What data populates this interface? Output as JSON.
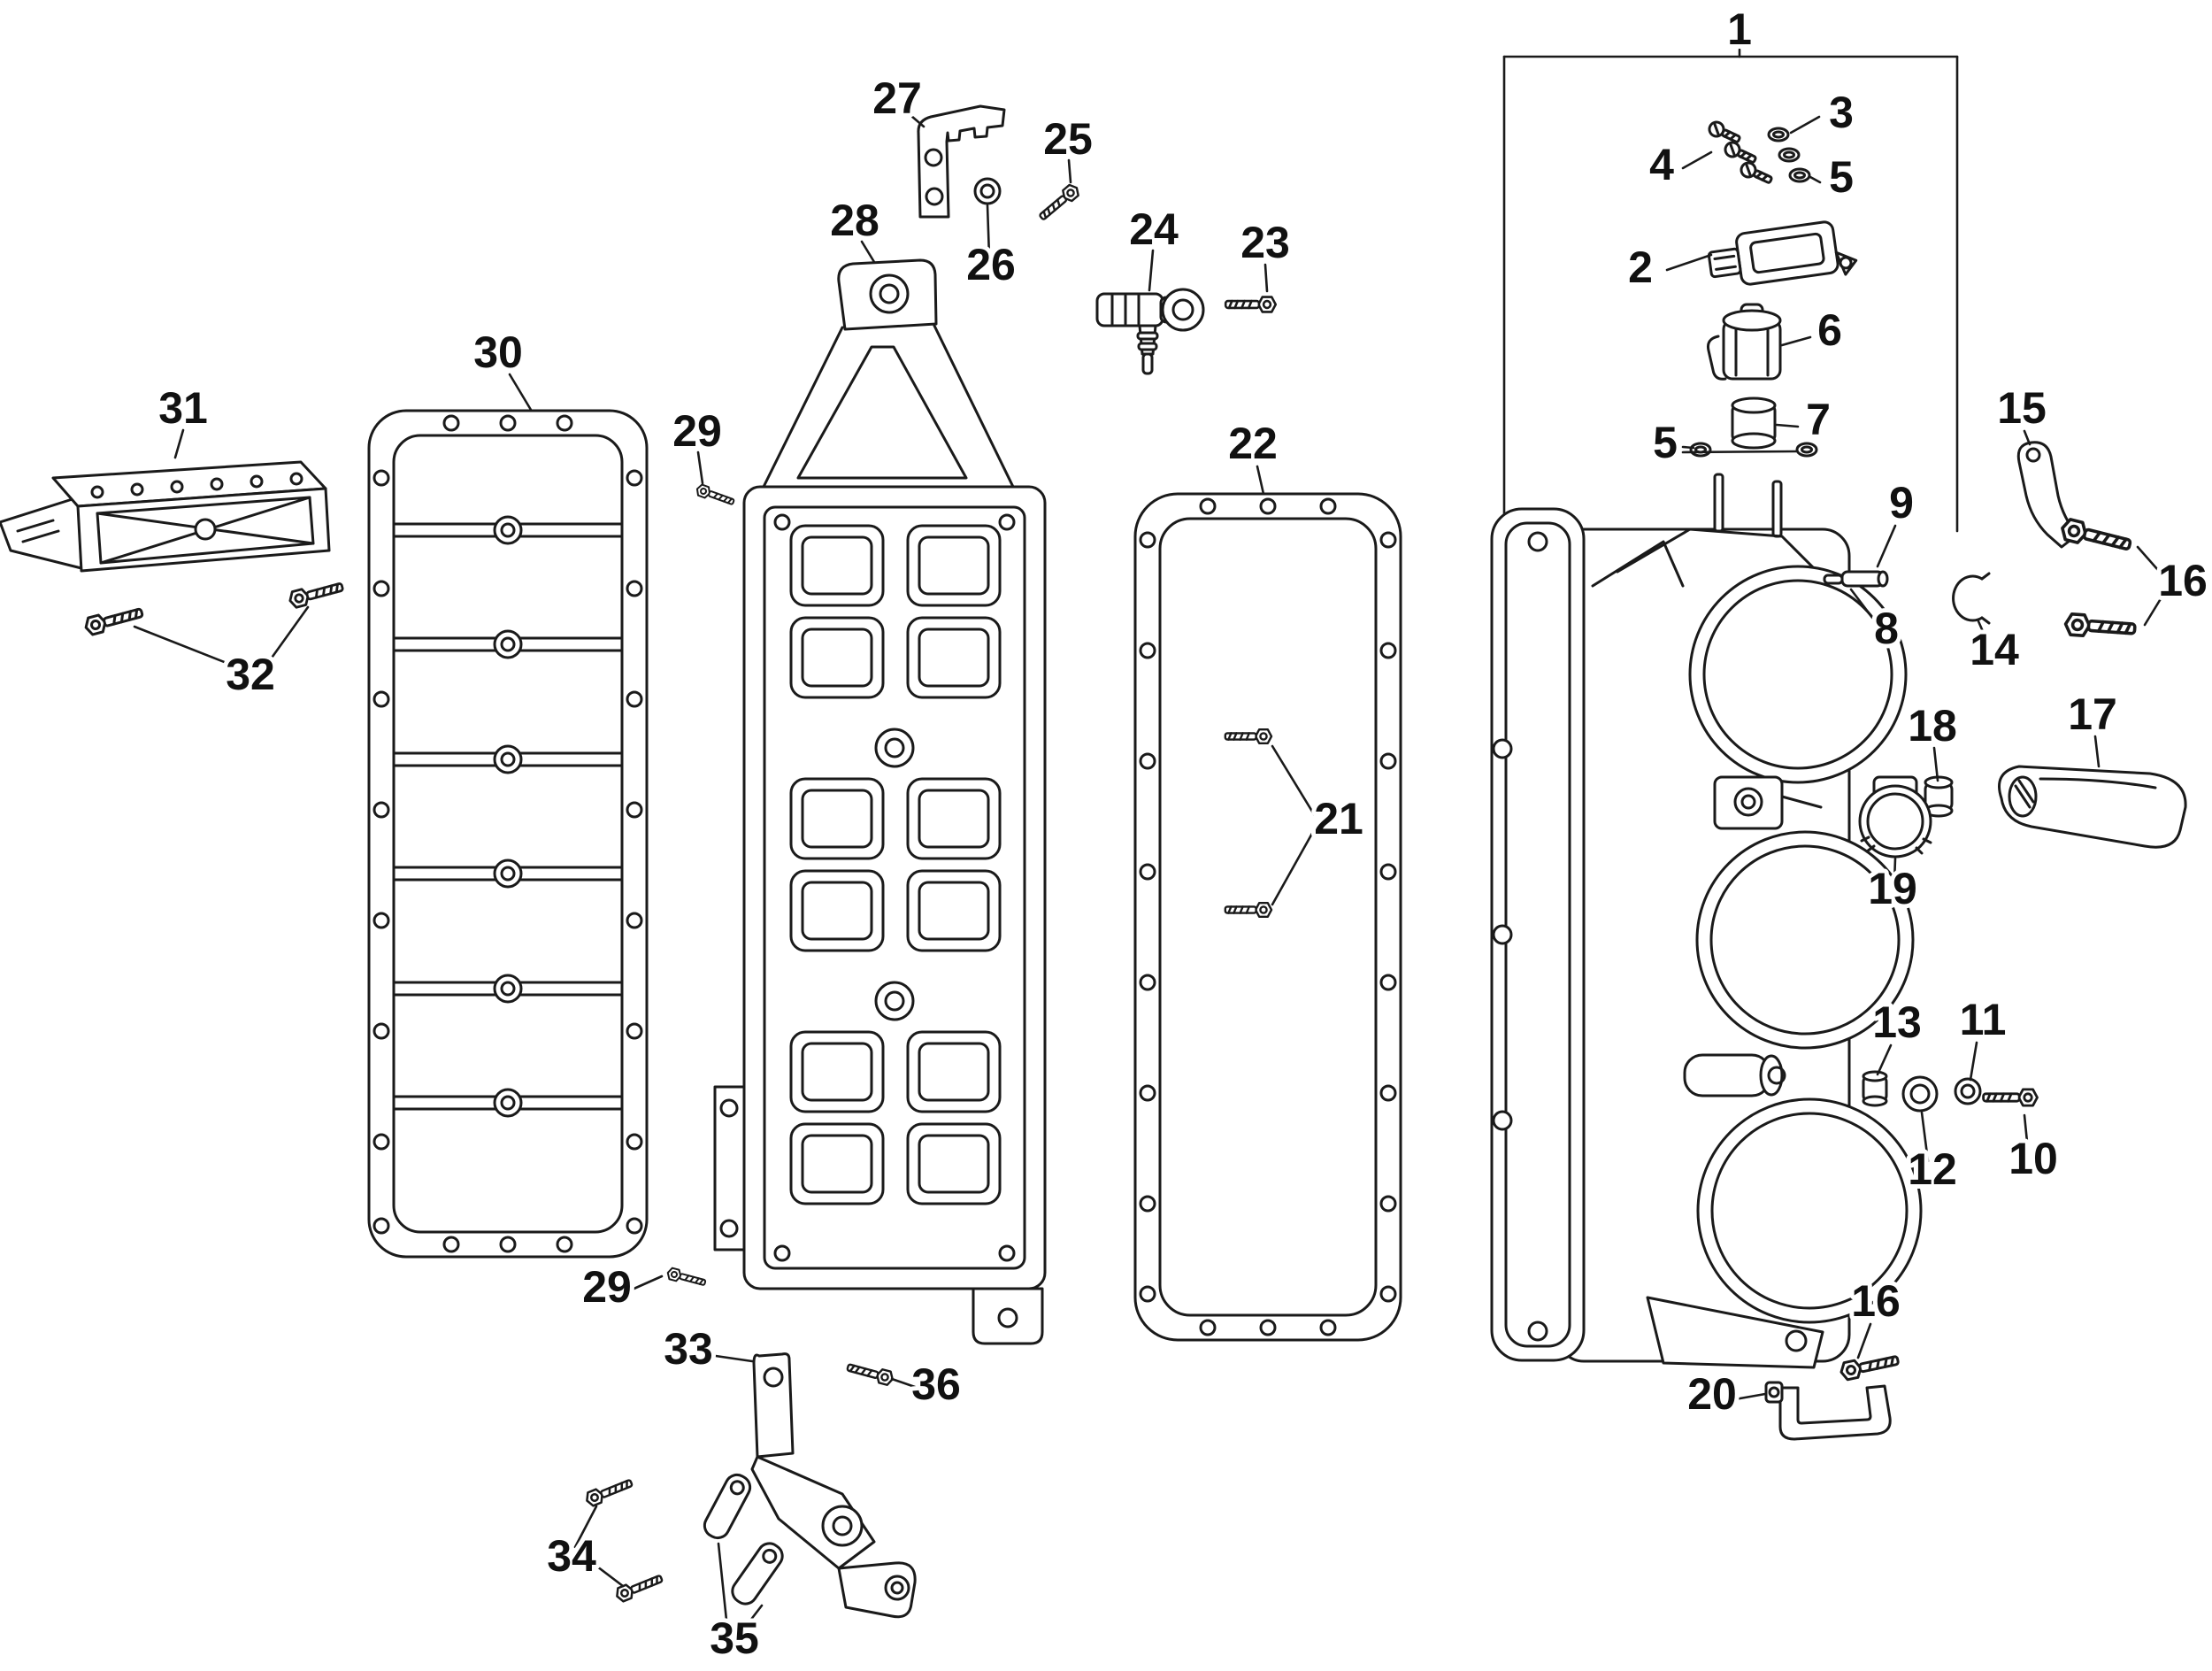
{
  "diagram": {
    "background": "#ffffff",
    "line_color": "#1a1a1a",
    "callouts": {
      "c1": "1",
      "c2": "2",
      "c3": "3",
      "c4": "4",
      "c5a": "5",
      "c5b": "5",
      "c6": "6",
      "c7": "7",
      "c8": "8",
      "c9": "9",
      "c10": "10",
      "c11": "11",
      "c12": "12",
      "c13": "13",
      "c14": "14",
      "c15": "15",
      "c16a": "16",
      "c16b": "16",
      "c17": "17",
      "c18": "18",
      "c19": "19",
      "c20": "20",
      "c21": "21",
      "c22": "22",
      "c23": "23",
      "c24": "24",
      "c25": "25",
      "c26": "26",
      "c27": "27",
      "c28": "28",
      "c29a": "29",
      "c29b": "29",
      "c30": "30",
      "c31": "31",
      "c32": "32",
      "c33": "33",
      "c34": "34",
      "c35": "35",
      "c36": "36"
    }
  }
}
